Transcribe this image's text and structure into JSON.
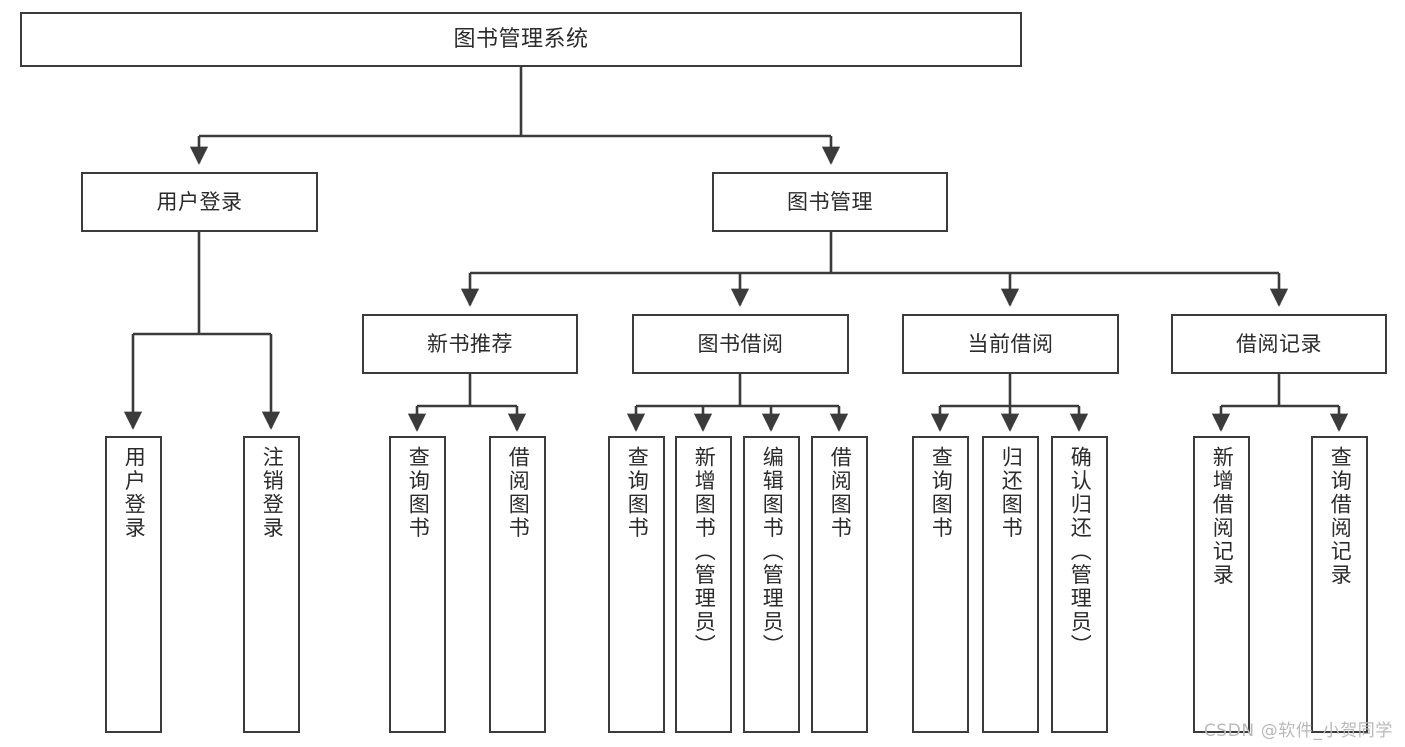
{
  "diagram": {
    "title": "图书管理系统",
    "type": "hierarchy-tree",
    "stroke_color": "#3b3b3b",
    "text_color": "#2b2b2b",
    "background_color": "#ffffff"
  },
  "watermark": {
    "text": "CSDN @软件_小贺同学",
    "color": "#b9b9b9"
  },
  "nodes": {
    "root": {
      "label": "图书管理系统"
    },
    "level2": [
      {
        "label": "用户登录"
      },
      {
        "label": "图书管理"
      }
    ],
    "level3": [
      {
        "label": "新书推荐"
      },
      {
        "label": "图书借阅"
      },
      {
        "label": "当前借阅"
      },
      {
        "label": "借阅记录"
      }
    ],
    "leaves_user_login": [
      {
        "label": "用户登录"
      },
      {
        "label": "注销登录"
      }
    ],
    "leaves_new_book": [
      {
        "label": "查询图书"
      },
      {
        "label": "借阅图书"
      }
    ],
    "leaves_book_borrow": [
      {
        "label": "查询图书"
      },
      {
        "label": "新增图书（管理员）"
      },
      {
        "label": "编辑图书（管理员）"
      },
      {
        "label": "借阅图书"
      }
    ],
    "leaves_current_borrow": [
      {
        "label": "查询图书"
      },
      {
        "label": "归还图书"
      },
      {
        "label": "确认归还（管理员）"
      }
    ],
    "leaves_borrow_record": [
      {
        "label": "新增借阅记录"
      },
      {
        "label": "查询借阅记录"
      }
    ]
  }
}
